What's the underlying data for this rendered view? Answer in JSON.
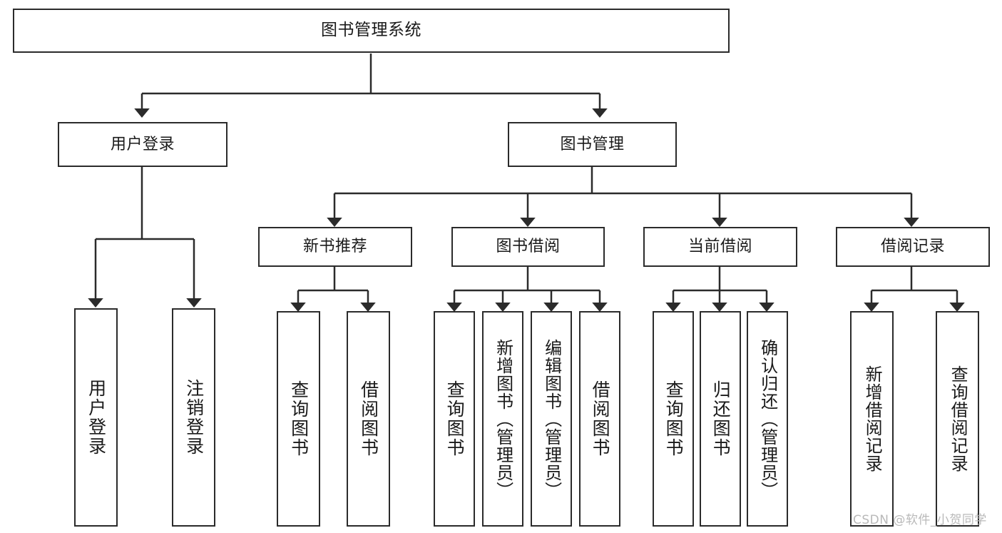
{
  "diagram": {
    "title": "图书管理系统",
    "type": "tree-hierarchy-chart",
    "orientation": "top-down",
    "colors": {
      "stroke": "#2b2b2b",
      "fill": "#ffffff",
      "text": "#1a1a1a",
      "watermark": "#b9b9b9"
    },
    "nodes": {
      "root": {
        "label": "图书管理系统"
      },
      "level1": [
        {
          "label": "用户登录"
        },
        {
          "label": "图书管理"
        }
      ],
      "level2": [
        {
          "label": "新书推荐"
        },
        {
          "label": "图书借阅"
        },
        {
          "label": "当前借阅"
        },
        {
          "label": "借阅记录"
        }
      ],
      "leaves_user_login": [
        {
          "label": "用户登录"
        },
        {
          "label": "注销登录"
        }
      ],
      "leaves_new_books": [
        {
          "label": "查询图书"
        },
        {
          "label": "借阅图书"
        }
      ],
      "leaves_borrow": [
        {
          "label": "查询图书"
        },
        {
          "label": "新增图书（管理员）"
        },
        {
          "label": "编辑图书（管理员）"
        },
        {
          "label": "借阅图书"
        }
      ],
      "leaves_current": [
        {
          "label": "查询图书"
        },
        {
          "label": "归还图书"
        },
        {
          "label": "确认归还（管理员）"
        }
      ],
      "leaves_records": [
        {
          "label": "新增借阅记录"
        },
        {
          "label": "查询借阅记录"
        }
      ]
    },
    "watermark": "CSDN @软件_小贺同学"
  }
}
